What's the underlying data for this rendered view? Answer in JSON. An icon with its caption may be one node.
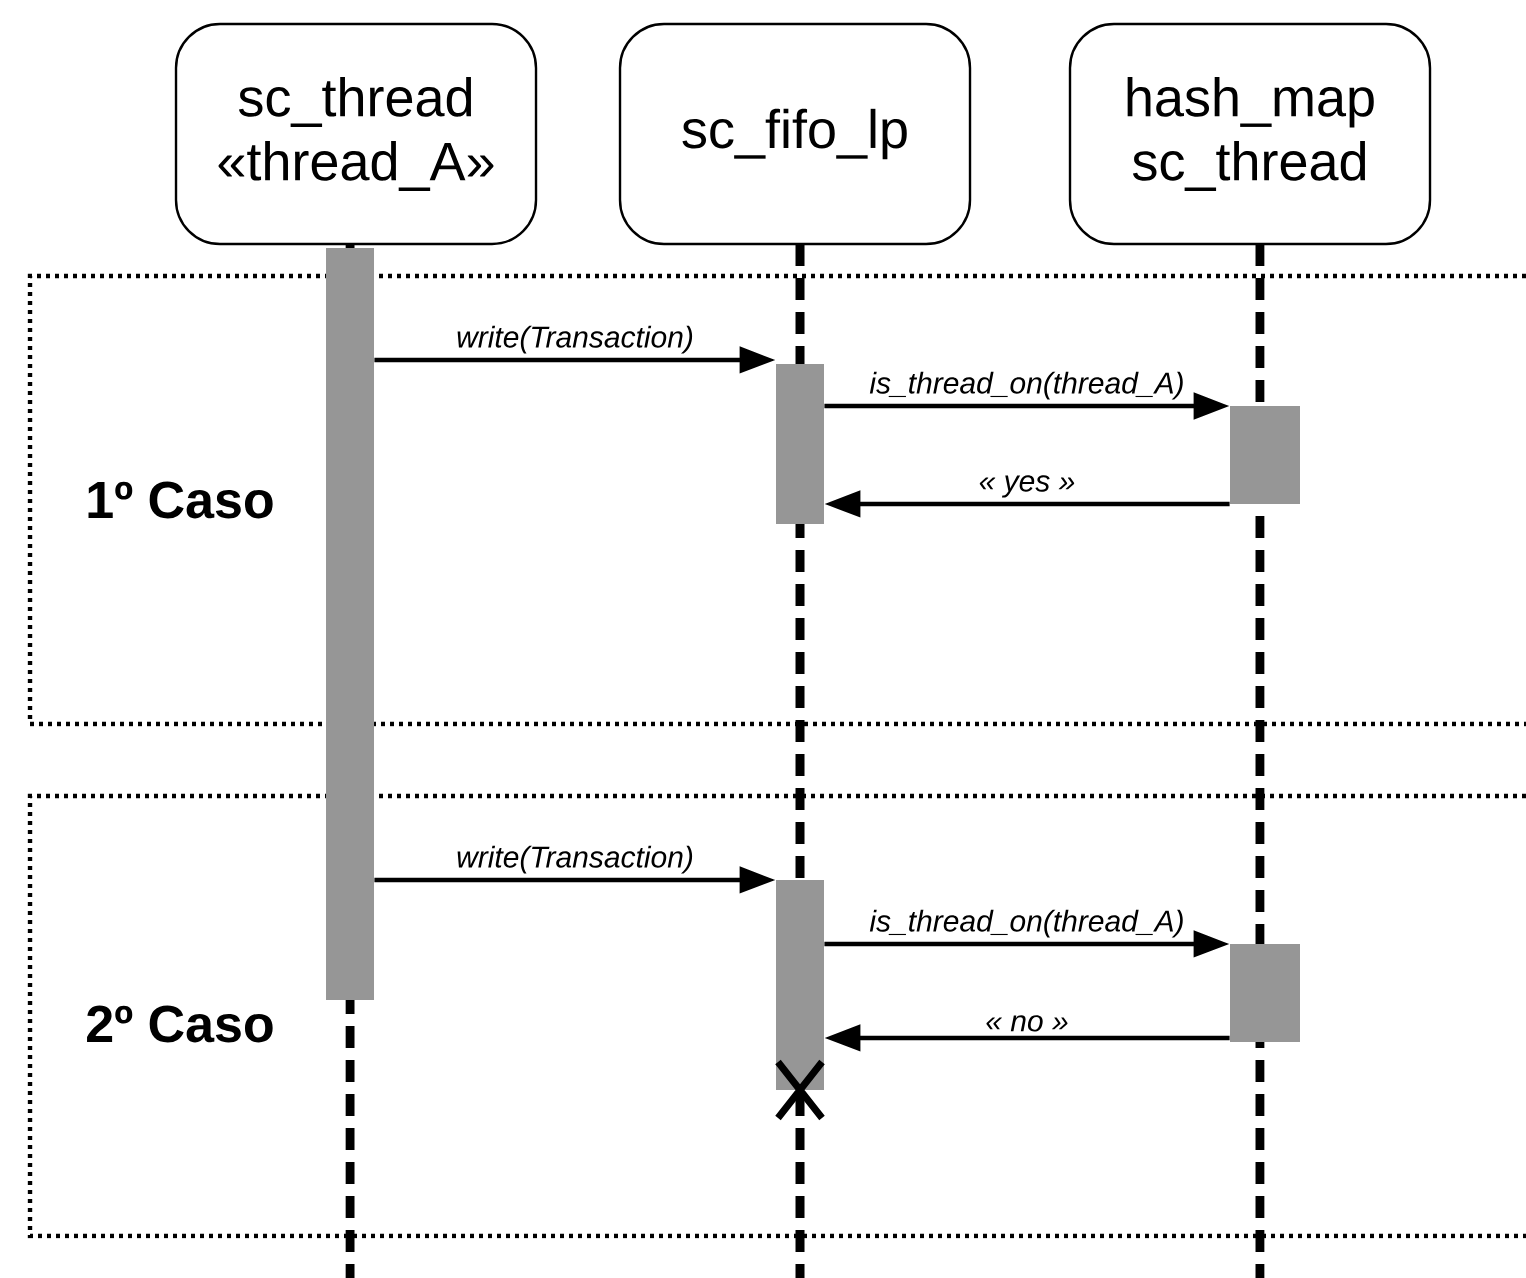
{
  "diagram": {
    "nodes": [
      {
        "text": [
          "sc_thread «thread_A»"
        ]
      },
      {
        "text": [
          "sc_fifo_lp"
        ]
      },
      {
        "text": [
          "hash_map sc_thread"
        ]
      },
      {
        "text": [
          "1º Caso"
        ]
      },
      {
        "text": [
          "2º Caso"
        ]
      },
      {
        "text": [],
        "shape": "bar"
      },
      {
        "text": [],
        "shape": "bar",
        "in": 3
      },
      {
        "text": [],
        "shape": "bar",
        "in": 3
      },
      {
        "text": [],
        "shape": "bar",
        "in": 4
      },
      {
        "text": [],
        "shape": "bar",
        "in": 4
      }
    ],
    "edges": [
      {
        "from": 5,
        "to": 6,
        "arrow": "to",
        "label": "write(Transaction)"
      },
      {
        "from": 6,
        "to": 7,
        "arrow": "to",
        "label": "is_thread_on(thread_A)"
      },
      {
        "from": 7,
        "to": 6,
        "arrow": "to",
        "label": "« yes »"
      },
      {
        "from": 5,
        "to": 8,
        "arrow": "to",
        "label": "write(Transaction)"
      },
      {
        "from": 8,
        "to": 9,
        "arrow": "to",
        "label": "is_thread_on(thread_A)"
      },
      {
        "from": 9,
        "to": 8,
        "arrow": "to",
        "label": "« no »"
      }
    ]
  }
}
